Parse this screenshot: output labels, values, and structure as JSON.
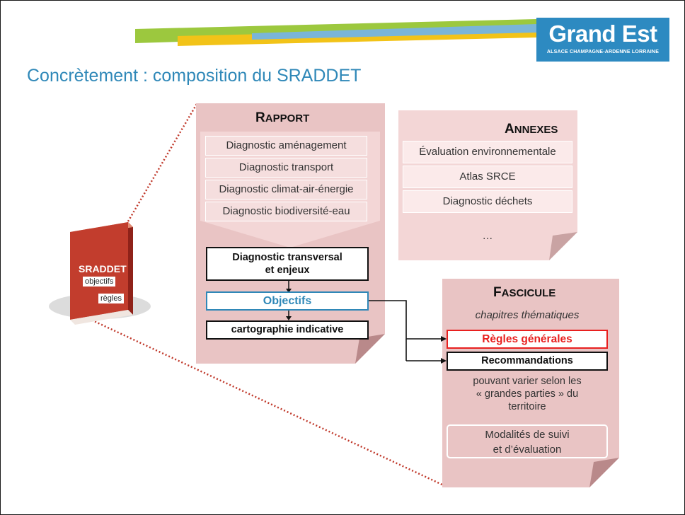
{
  "logo": {
    "name": "Grand Est",
    "tagline": "ALSACE CHAMPAGNE-ARDENNE LORRAINE"
  },
  "title": "Concrètement : composition du SRADDET",
  "book": {
    "title": "SRADDET",
    "tag1": "objectifs",
    "tag2": "règles"
  },
  "rapport": {
    "header_initial": "R",
    "header_rest": "APPORT",
    "diagnostics": [
      "Diagnostic aménagement",
      "Diagnostic transport",
      "Diagnostic climat-air-énergie",
      "Diagnostic biodiversité-eau"
    ],
    "transversal_line1": "Diagnostic  transversal",
    "transversal_line2": "et enjeux",
    "objectifs": "Objectifs",
    "cartographie": "cartographie indicative"
  },
  "annexes": {
    "header_initial": "A",
    "header_rest": "NNEXES",
    "items": [
      "Évaluation environnementale",
      "Atlas SRCE",
      "Diagnostic déchets"
    ],
    "ellipsis": "…"
  },
  "fascicule": {
    "header_initial": "F",
    "header_rest": "ASCICULE",
    "subtitle": "chapitres thématiques",
    "regles": "Règles générales",
    "recommandations": "Recommandations",
    "note_lines": [
      "pouvant varier selon les",
      "« grandes parties » du",
      "territoire"
    ],
    "suivi_line1": "Modalités de suivi",
    "suivi_line2": "et d’évaluation"
  },
  "colors": {
    "title": "#2f88b8",
    "logo_bg": "#2d8ac1",
    "panel": "#e9c4c4",
    "box": "#f5dede",
    "objectifs": "#2f88b8",
    "regles": "#e8201f",
    "book": "#c23d2d",
    "dotted_line": "#c0392b"
  }
}
